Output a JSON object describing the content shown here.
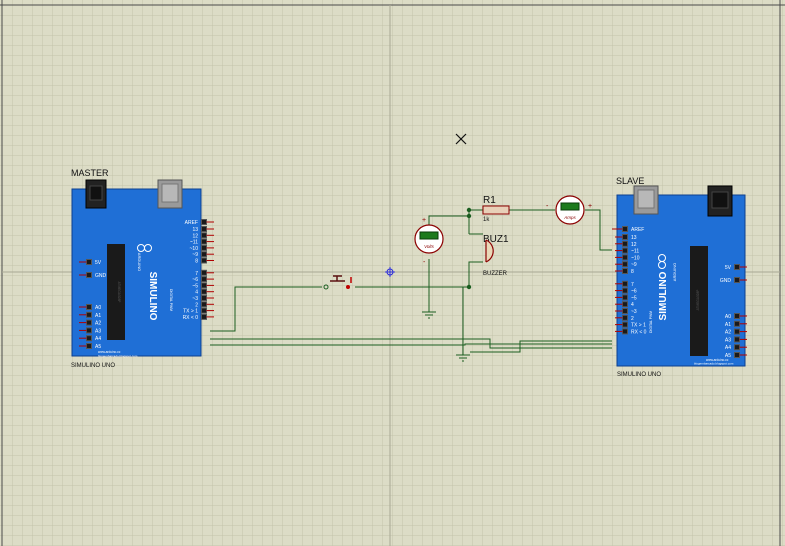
{
  "colors": {
    "sheet_bg": "#dcdcc6",
    "grid": "#c3c3ab",
    "board": "#1f6fd6",
    "board_dark": "#0d3f8f",
    "wire": "#1b5e20",
    "pin_red": "#b00000"
  },
  "master": {
    "title": "MASTER",
    "footer": "SIMULINO UNO",
    "brand": "SIMULINO",
    "sub": "ARDUINO",
    "aref": "AREF",
    "digital_pins": [
      "13",
      "12",
      "~11",
      "~10",
      "~9",
      "8",
      "7",
      "~6",
      "~5",
      "4",
      "~3",
      "2",
      "TX > 1",
      "RX < 0"
    ],
    "analog_pins": [
      "A0",
      "A1",
      "A2",
      "A3",
      "A4",
      "A5"
    ],
    "power_pins": [
      "5V",
      "GND"
    ],
    "side_label": "DIGITAL PWM",
    "website": "www.arduino.cc",
    "blog": "blogembarcado.blogspot.com"
  },
  "slave": {
    "title": "SLAVE",
    "footer": "SIMULINO UNO",
    "brand": "SIMULINO",
    "sub": "ARDUINO",
    "aref": "AREF",
    "digital_pins": [
      "13",
      "12",
      "~11",
      "~10",
      "~9",
      "8",
      "7",
      "~6",
      "~5",
      "4",
      "~3",
      "2",
      "TX > 1",
      "RX < 0"
    ],
    "analog_pins": [
      "A0",
      "A1",
      "A2",
      "A3",
      "A4",
      "A5"
    ],
    "power_pins": [
      "5V",
      "GND"
    ],
    "side_label": "DIGITAL PWM",
    "website": "www.arduino.cc",
    "blog": "blogembarcado.blogspot.com"
  },
  "resistor": {
    "ref": "R1",
    "value": "1k"
  },
  "buzzer": {
    "ref": "BUZ1",
    "value": "BUZZER"
  },
  "voltmeter": {
    "label": "Volts",
    "plus": "+",
    "minus": "-"
  },
  "ammeter": {
    "label": "Amps",
    "plus": "+",
    "minus": "-"
  }
}
